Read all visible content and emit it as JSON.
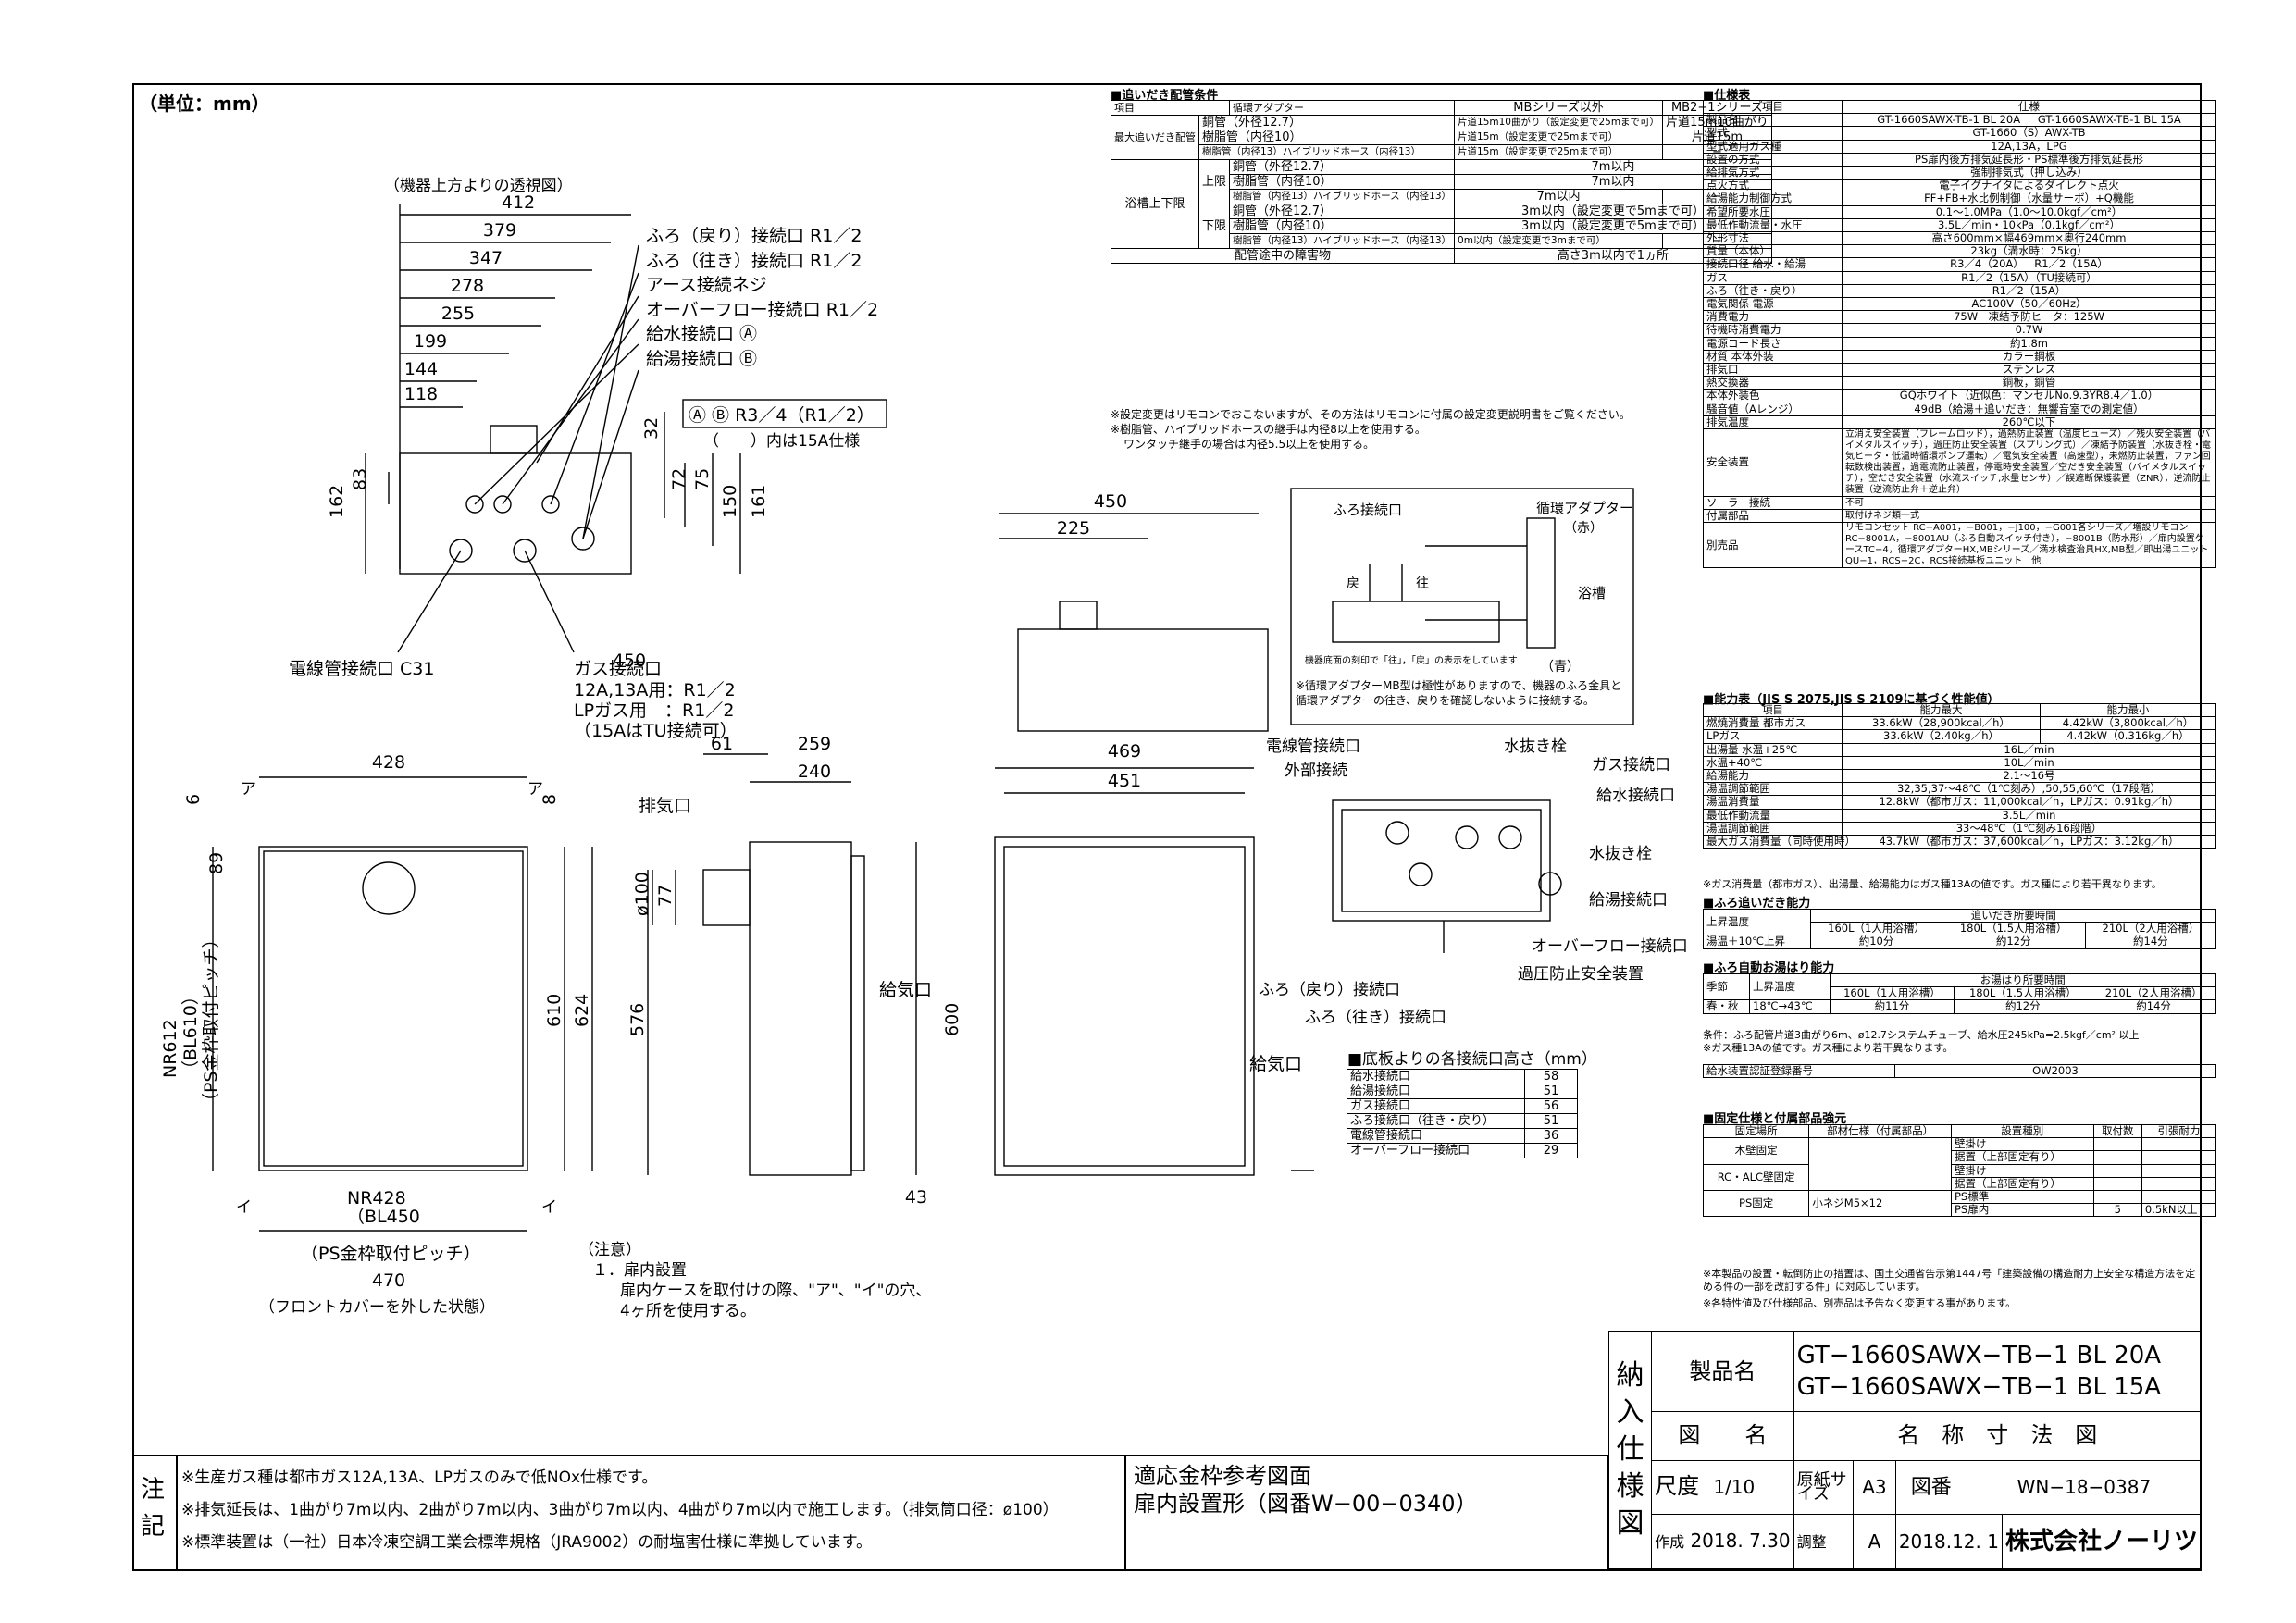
{
  "unit_label": "（単位：mm）",
  "top_view": {
    "caption": "（機器上方よりの透視図）",
    "dims": [
      "412",
      "379",
      "347",
      "278",
      "255",
      "199",
      "144",
      "118"
    ],
    "vert_dims_left": [
      "83",
      "162"
    ],
    "vert_dims_right": [
      "32",
      "72",
      "75",
      "150",
      "161"
    ],
    "callouts": [
      "ふろ（戻り）接続口 R1／2",
      "ふろ（往き）接続口 R1／2",
      "アース接続ネジ",
      "オーバーフロー接続口 R1／2",
      "給水接続口 Ⓐ",
      "給湯接続口 Ⓑ"
    ],
    "ab_size": "Ⓐ Ⓑ  R3／4（R1／2）",
    "paren_note": "（　　）内は15A仕様",
    "elec": "電線管接続口 C31",
    "gas_title": "ガス接続口",
    "gas_lines": [
      "12A,13A用：R1／2",
      "LPガス用　：R1／2",
      "（15AはTU接続可）"
    ]
  },
  "front_left": {
    "dims": [
      "428",
      "6",
      "89",
      "8"
    ],
    "markers": [
      "ア",
      "ア",
      "イ",
      "イ"
    ],
    "v_labels": [
      "NR612",
      "（BL610）",
      "（PS金枠取付ピッチ）"
    ],
    "h_labels": [
      "NR428",
      "（BL450",
      "（PS金枠取付ピッチ）",
      "470",
      "（フロントカバーを外した状態）"
    ],
    "heights": [
      "610",
      "624"
    ]
  },
  "side_view": {
    "dims": [
      "61",
      "259",
      "240",
      "77",
      "ø100",
      "576",
      "600",
      "43"
    ],
    "labels": [
      "排気口",
      "給気口"
    ]
  },
  "top_small": {
    "dims": [
      "450",
      "225"
    ]
  },
  "front_right": {
    "dims": [
      "469",
      "451"
    ],
    "labels": [
      "給気口"
    ]
  },
  "piping_fig": {
    "labels": [
      "ふろ接続口",
      "循環アダプター",
      "（赤）",
      "戻",
      "往",
      "浴槽",
      "（青）",
      "機器底面の刻印で「往」，「戻」の表示をしています"
    ],
    "note": "※循環アダプターMB型は極性がありますので、機器のふろ金具と循環アダプターの往き、戻りを確認しないように接続する。"
  },
  "bottom_view": {
    "labels": [
      "電線管接続口",
      "外部接続",
      "水抜き栓",
      "ガス接続口",
      "給水接続口",
      "水抜き栓",
      "給湯接続口",
      "オーバーフロー接続口",
      "過圧防止安全装置",
      "ふろ（戻り）接続口",
      "ふろ（往き）接続口"
    ]
  },
  "height_table": {
    "title": "■底板よりの各接続口高さ（mm）",
    "rows": [
      [
        "給水接続口",
        "58"
      ],
      [
        "給湯接続口",
        "51"
      ],
      [
        "ガス接続口",
        "56"
      ],
      [
        "ふろ接続口（往き・戻り）",
        "51"
      ],
      [
        "電線管接続口",
        "36"
      ],
      [
        "オーバーフロー接続口",
        "29"
      ]
    ]
  },
  "notes_center": {
    "title": "（注意）",
    "lines": [
      "１．扉内設置",
      "扉内ケースを取付けの際、\"ア\"、\"イ\"の穴、",
      "4ヶ所を使用する。"
    ]
  },
  "pipe_conditions": {
    "title": "■追いだき配管条件",
    "head": [
      "循環アダプター",
      "MBシリーズ以外",
      "MB2−1シリーズ"
    ],
    "rows": [
      [
        "最大追いだき配管",
        "銅管（外径12.7）",
        "片道15m10曲がり（設定変更で25mまで可）",
        "片道15m10曲がり"
      ],
      [
        "",
        "樹脂管（内径10）",
        "片道15m（設定変更で25mまで可）",
        "片道15m"
      ],
      [
        "",
        "樹脂管（内径13）ハイブリッドホース（内径13）",
        "片道15m（設定変更で25mまで可）",
        "−"
      ],
      [
        "上限",
        "銅管（外径12.7）",
        "7m以内",
        ""
      ],
      [
        "",
        "樹脂管（内径10）",
        "7m以内",
        ""
      ],
      [
        "",
        "樹脂管（内径13）ハイブリッドホース（内径13）",
        "7m以内",
        "−"
      ],
      [
        "下限",
        "銅管（外径12.7）",
        "3m以内（設定変更で5mまで可）",
        ""
      ],
      [
        "",
        "樹脂管（内径10）",
        "3m以内（設定変更で5mまで可）",
        ""
      ],
      [
        "",
        "樹脂管（内径13）ハイブリッドホース（内径13）",
        "0m以内（設定変更で3mまで可）",
        "−"
      ],
      [
        "配管途中の障害物",
        "",
        "高さ3m以内で1ヵ所",
        ""
      ]
    ],
    "side_label": "浴槽上下限",
    "col_item": "項目",
    "notes": [
      "※設定変更はリモコンでおこないますが、その方法はリモコンに付属の設定変更説明書をご覧ください。",
      "※樹脂管、ハイブリッドホースの継手は内径8以上を使用する。",
      "ワンタッチ継手の場合は内径5.5以上を使用する。"
    ]
  },
  "spec": {
    "title": "■仕様表",
    "rows": [
      [
        "項目",
        "仕様"
      ],
      [
        "製品名",
        "GT-1660SAWX-TB-1 BL 20A ｜ GT-1660SAWX-TB-1 BL 15A"
      ],
      [
        "型式",
        "GT-1660（S）AWX-TB"
      ],
      [
        "型式適用ガス種",
        "12A,13A，LPG"
      ],
      [
        "設置の方式",
        "PS扉内後方排気延長形・PS標準後方排気延長形"
      ],
      [
        "給排気方式",
        "強制排気式（押し込み）"
      ],
      [
        "点火方式",
        "電子イグナイタによるダイレクト点火"
      ],
      [
        "給湯能力制御方式",
        "FF+FB+水比例制御（水量サーボ）+Q機能"
      ],
      [
        "希望所要水圧",
        "0.1〜1.0MPa（1.0〜10.0kgf／cm²）"
      ],
      [
        "最低作動流量・水圧",
        "3.5L／min・10kPa（0.1kgf／cm²）"
      ],
      [
        "外形寸法",
        "高さ600mm×幅469mm×奥行240mm"
      ],
      [
        "質量（本体）",
        "23kg（満水時：25kg）"
      ],
      [
        "接続口径 給水・給湯",
        "R3／4（20A）｜R1／2（15A）"
      ],
      [
        "ガス",
        "R1／2（15A）（TU接続可）"
      ],
      [
        "ふろ（往き・戻り）",
        "R1／2（15A）"
      ],
      [
        "電気関係 電源",
        "AC100V（50／60Hz）"
      ],
      [
        "消費電力",
        "75W　凍結予防ヒータ：125W"
      ],
      [
        "待機時消費電力",
        "0.7W"
      ],
      [
        "電源コード長さ",
        "約1.8m"
      ],
      [
        "材質 本体外装",
        "カラー鋼板"
      ],
      [
        "排気口",
        "ステンレス"
      ],
      [
        "熱交換器",
        "銅板，銅管"
      ],
      [
        "本体外装色",
        "GQホワイト（近似色：マンセルNo.9.3YR8.4／1.0）"
      ],
      [
        "騒音値（Aレンジ）",
        "49dB（給湯＋追いだき：無響音室での測定値）"
      ],
      [
        "排気温度",
        "260℃以下"
      ],
      [
        "安全装置",
        "立消え安全装置（フレームロッド），過熱防止装置（温度ヒューズ）／残火安全装置（バイメタルスイッチ），過圧防止安全装置（スプリング式）／凍結予防装置（水抜き栓・電気ヒータ・低温時循環ポンプ運転）／電気安全装置（高速型），未燃防止装置，ファン回転数検出装置，過電流防止装置，停電時安全装置／空だき安全装置（バイメタルスイッチ），空だき安全装置（水流スイッチ,水量センサ）／誤遮断保護装置（ZNR），逆流防止装置（逆流防止弁＋逆止弁）"
      ],
      [
        "ソーラー接続",
        "不可"
      ],
      [
        "付属部品",
        "取付けネジ類一式"
      ],
      [
        "別売品",
        "リモコンセット RC−A001，−B001，−J100，−G001各シリーズ／増設リモコンRC−8001A，−8001AU（ふろ自動スイッチ付き），−8001B（防水形）／扉内設置ケースTC−4，循環アダプターHX,MBシリーズ／満水検査治具HX,MB型／即出湯ユニットQU−1，RCS−2C，RCS接続基板ユニット　他"
      ]
    ]
  },
  "ability": {
    "title": "■能力表（JIS S 2075,JIS S 2109に基づく性能値）",
    "head": [
      "項目",
      "能力最大",
      "能力最小"
    ],
    "rows": [
      [
        "燃焼消費量 都市ガス",
        "33.6kW（28,900kcal／h）",
        "4.42kW（3,800kcal／h）"
      ],
      [
        "LPガス",
        "33.6kW（2.40kg／h）",
        "4.42kW（0.316kg／h）"
      ],
      [
        "出湯量 水温+25℃",
        "16L／min",
        ""
      ],
      [
        "水温+40℃",
        "10L／min",
        ""
      ],
      [
        "給湯能力",
        "2.1〜16号",
        ""
      ],
      [
        "湯温調節範囲",
        "32,35,37〜48℃（1℃刻み）,50,55,60℃（17段階）",
        ""
      ],
      [
        "湯温消費量",
        "12.8kW（都市ガス：11,000kcal／h，LPガス：0.91kg／h）",
        ""
      ],
      [
        "最低作動流量",
        "3.5L／min",
        ""
      ],
      [
        "湯温調節範囲",
        "33〜48℃（1℃刻み16段階）",
        ""
      ],
      [
        "最大ガス消費量（同時使用時）",
        "43.7kW（都市ガス：37,600kcal／h，LPガス：3.12kg／h）",
        ""
      ]
    ],
    "note": "※ガス消費量（都市ガス）、出湯量、給湯能力はガス種13Aの値です。ガス種により若干異なります。"
  },
  "reheat": {
    "title": "■ふろ追いだき能力",
    "head": [
      "上昇温度",
      "追いだき所要時間"
    ],
    "cols": [
      "160L（1人用浴槽）",
      "180L（1.5人用浴槽）",
      "210L（2人用浴槽）"
    ],
    "row": [
      "湯温＋10℃上昇",
      "約10分",
      "約12分",
      "約14分"
    ]
  },
  "auto": {
    "title": "■ふろ自動お湯はり能力",
    "head": [
      "季節",
      "上昇温度",
      "お湯はり所要時間"
    ],
    "cols": [
      "160L（1人用浴槽）",
      "180L（1.5人用浴槽）",
      "210L（2人用浴槽）"
    ],
    "row": [
      "春・秋",
      "18℃→43℃",
      "約11分",
      "約12分",
      "約14分"
    ],
    "notes": [
      "条件：ふろ配管片道3曲がり6m、ø12.7システムチューブ、給水圧245kPa=2.5kgf／cm² 以上",
      "※ガス種13Aの値です。ガス種により若干異なります。"
    ],
    "cert_label": "給水装置認証登録番号",
    "cert": "OW2003"
  },
  "fix": {
    "title": "■固定仕様と付属部品強元",
    "head": [
      "固定場所",
      "部材仕様（付属部品）",
      "設置種別",
      "取付数",
      "引張耐力"
    ],
    "rows": [
      [
        "",
        "",
        "壁掛け",
        "",
        ""
      ],
      [
        "木壁固定",
        "",
        "据置（上部固定有り）",
        "",
        ""
      ],
      [
        "RC・ALC壁固定",
        "",
        "壁掛け",
        "",
        ""
      ],
      [
        "",
        "",
        "据置（上部固定有り）",
        "",
        ""
      ],
      [
        "PS固定",
        "小ネジM5×12",
        "PS標準",
        "",
        ""
      ],
      [
        "",
        "",
        "PS扉内",
        "5",
        "0.5kN以上"
      ]
    ],
    "notes": [
      "※本製品の設置・転倒防止の措置は、国土交通省告示第1447号「建築設備の構造耐力上安全な構造方法を定める件の一部を改訂する件」に対応しています。",
      "※各特性値及び仕様部品、別売品は予告なく変更する事があります。"
    ]
  },
  "title_block": {
    "side": "納入仕様図",
    "product_label": "製品名",
    "product": [
      "GT−1660SAWX−TB−1 BL 20A",
      "GT−1660SAWX−TB−1 BL 15A"
    ],
    "fig_label": "図　　名",
    "fig": "名　称　寸　法　図",
    "scale_label": "尺度",
    "scale": "1/10",
    "paper_label": "原紙サイズ",
    "paper": "A3",
    "no_label": "図番",
    "no": "WN−18−0387",
    "made_label": "作成",
    "made": "2018. 7.30",
    "check_label": "調整",
    "check": "A",
    "check_date": "2018.12. 1",
    "company": "株式会社ノーリツ"
  },
  "footer": {
    "label": "注記",
    "lines": [
      "※生産ガス種は都市ガス12A,13A、LPガスのみで低NOx仕様です。",
      "※排気延長は、1曲がり7m以内、2曲がり7m以内、3曲がり7m以内、4曲がり7m以内で施工します。（排気筒口径：ø100）",
      "※標準装置は（一社）日本冷凍空調工業会標準規格（JRA9002）の耐塩害仕様に準拠しています。"
    ],
    "ref_title": "適応金枠参考図面",
    "ref": "扉内設置形（図番W−00−0340）"
  }
}
